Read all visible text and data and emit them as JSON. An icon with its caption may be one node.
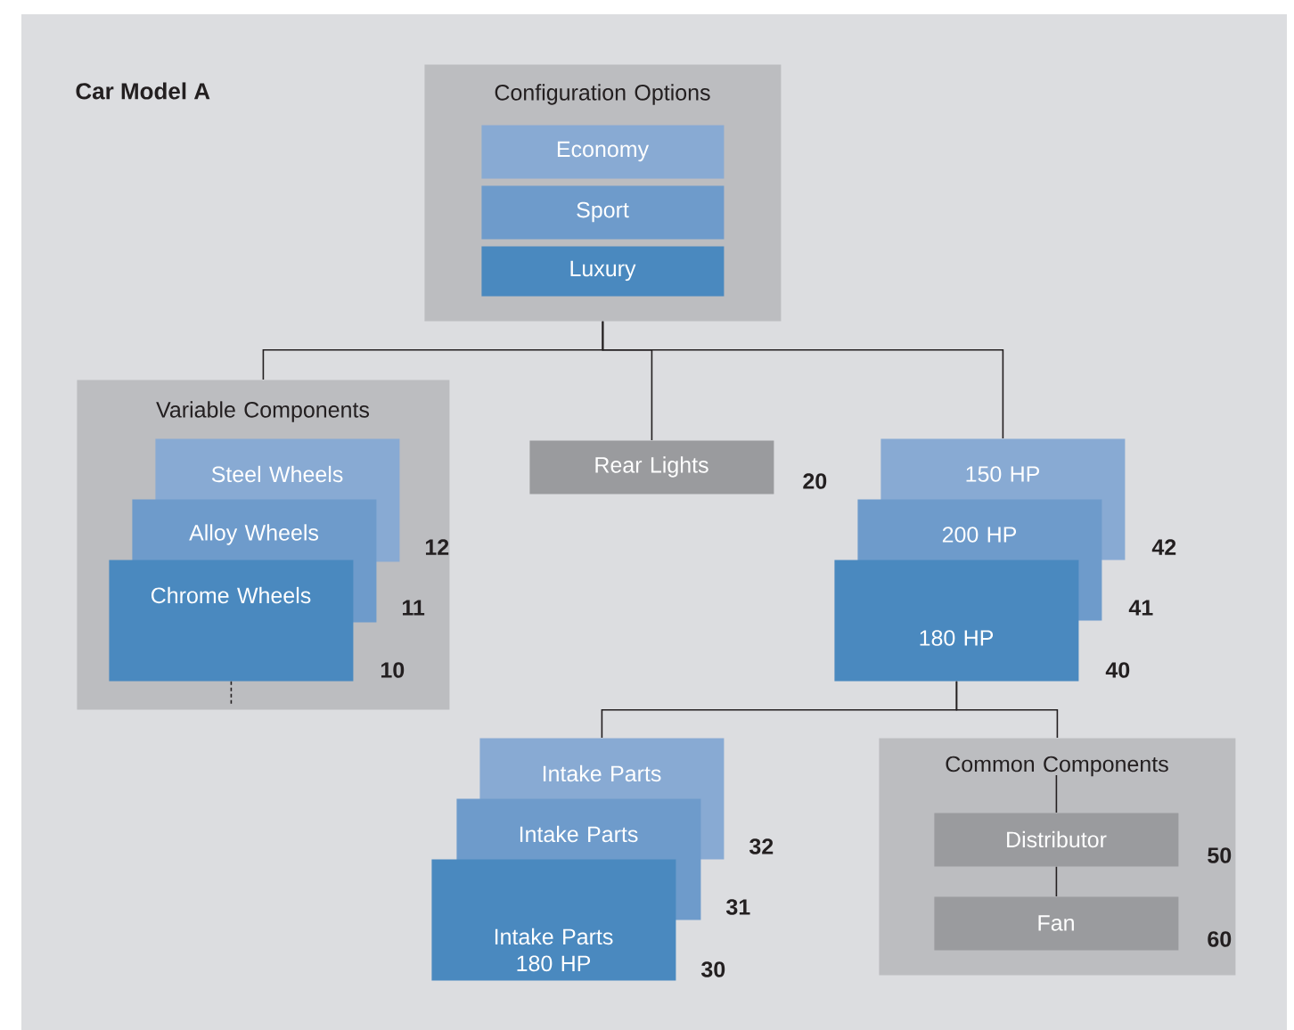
{
  "diagram": {
    "title": "Car Model A",
    "nodes": [
      {
        "text": [
          "Configuration Options"
        ]
      },
      {
        "text": [
          "Economy"
        ],
        "in": 0
      },
      {
        "text": [
          "Sport"
        ],
        "in": 0
      },
      {
        "text": [
          "Luxury"
        ],
        "in": 0
      },
      {
        "text": [
          "Variable Components"
        ]
      },
      {
        "text": [
          "Steel Wheels"
        ],
        "in": 4,
        "beside": [
          "12"
        ]
      },
      {
        "text": [
          "Alloy Wheels"
        ],
        "in": 4,
        "beside": [
          "11"
        ]
      },
      {
        "text": [
          "Chrome Wheels"
        ],
        "in": 4,
        "beside": [
          "10"
        ]
      },
      {
        "text": [
          "Rear Lights"
        ],
        "beside": [
          "20"
        ]
      },
      {
        "text": [
          "150 HP"
        ],
        "beside": [
          "42"
        ]
      },
      {
        "text": [
          "200 HP"
        ],
        "beside": [
          "41"
        ]
      },
      {
        "text": [
          "180 HP"
        ],
        "beside": [
          "40"
        ]
      },
      {
        "text": [
          "Intake Parts"
        ],
        "beside": [
          "32"
        ]
      },
      {
        "text": [
          "Intake Parts"
        ],
        "beside": [
          "31"
        ]
      },
      {
        "text": [
          "Intake Parts 180 HP"
        ],
        "beside": [
          "30"
        ]
      },
      {
        "text": [
          "Common Components"
        ]
      },
      {
        "text": [
          "Distributor"
        ],
        "in": 15,
        "beside": [
          "50"
        ]
      },
      {
        "text": [
          "Fan"
        ],
        "in": 15,
        "beside": [
          "60"
        ]
      }
    ],
    "edges": [
      {
        "from": 0,
        "to": 4,
        "arrow": "none"
      },
      {
        "from": 0,
        "to": 8,
        "arrow": "none"
      },
      {
        "from": 0,
        "to": 9,
        "arrow": "none"
      },
      {
        "from": 7,
        "to": null,
        "arrow": "none",
        "style": "dashed"
      },
      {
        "from": 11,
        "to": 12,
        "arrow": "none"
      },
      {
        "from": 11,
        "to": 15,
        "arrow": "none"
      },
      {
        "from": 15,
        "to": 16,
        "arrow": "none"
      },
      {
        "from": 16,
        "to": 17,
        "arrow": "none"
      }
    ]
  }
}
